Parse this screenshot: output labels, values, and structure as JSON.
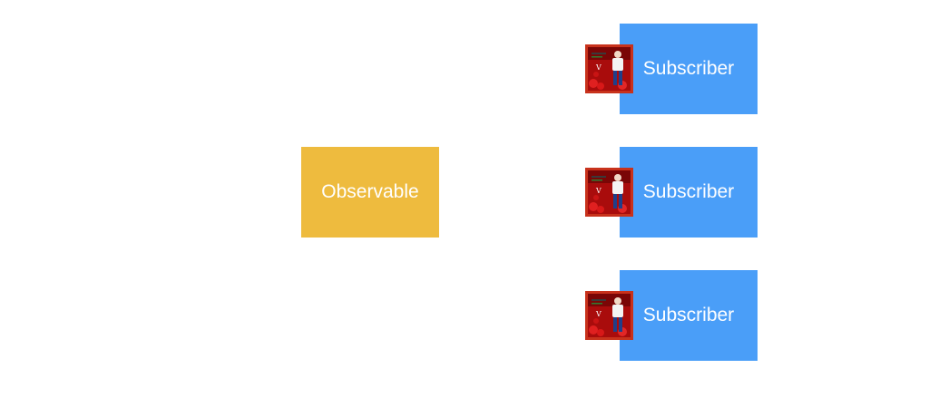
{
  "diagram": {
    "observable": {
      "label": "Observable"
    },
    "subscribers": [
      {
        "label": "Subscriber",
        "icon": "album-cover-icon"
      },
      {
        "label": "Subscriber",
        "icon": "album-cover-icon"
      },
      {
        "label": "Subscriber",
        "icon": "album-cover-icon"
      }
    ],
    "colors": {
      "observable": "#eebb3e",
      "subscriber": "#4a9ef8",
      "cover_border": "#c8321c",
      "cover_background": "#b10e0e"
    }
  }
}
